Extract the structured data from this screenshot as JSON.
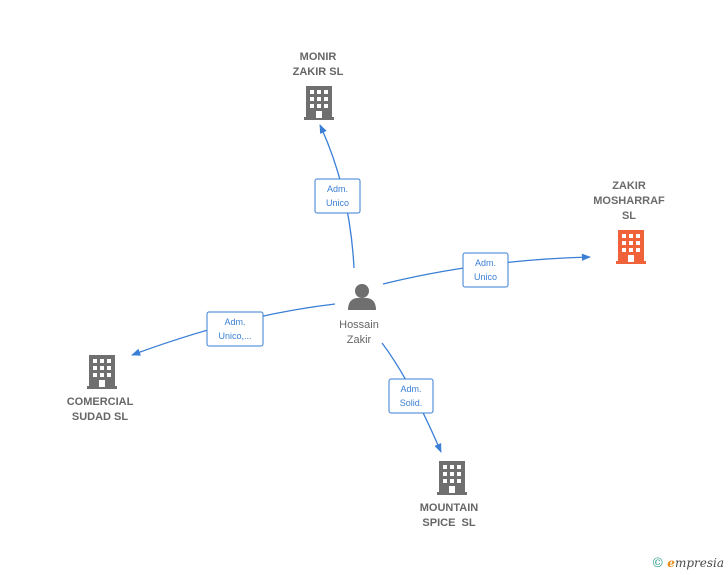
{
  "colors": {
    "edge": "#3a7fd5",
    "company": "#6f6f6f",
    "highlight_company": "#f0633a",
    "person": "#6f6f6f",
    "text": "#666666"
  },
  "person": {
    "name_line1": "Hossain",
    "name_line2": "Zakir",
    "icon": "person-icon"
  },
  "companies": {
    "monir": {
      "line1": "MONIR",
      "line2": "ZAKIR SL",
      "icon": "building-icon"
    },
    "zakir": {
      "line1": "ZAKIR",
      "line2": "MOSHARRAF",
      "line3": "SL",
      "icon": "building-icon",
      "highlighted": true
    },
    "comercial": {
      "line1": "COMERCIAL",
      "line2": "SUDAD SL",
      "icon": "building-icon"
    },
    "mountain": {
      "line1": "MOUNTAIN",
      "line2": "SPICE  SL",
      "icon": "building-icon"
    }
  },
  "edges": {
    "monir": {
      "line1": "Adm.",
      "line2": "Unico"
    },
    "zakir": {
      "line1": "Adm.",
      "line2": "Unico"
    },
    "comercial": {
      "line1": "Adm.",
      "line2": "Unico,..."
    },
    "mountain": {
      "line1": "Adm.",
      "line2": "Solid."
    }
  },
  "brand": {
    "copyright": "©",
    "e": "e",
    "rest": "mpresia"
  }
}
